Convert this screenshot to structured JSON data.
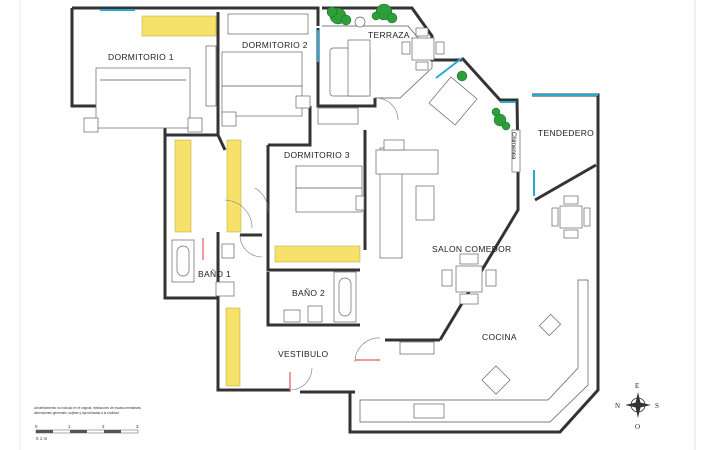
{
  "rooms": {
    "dormitorio1": "DORMITORIO 1",
    "dormitorio2": "DORMITORIO 2",
    "dormitorio3": "DORMITORIO 3",
    "terraza": "TERRAZA",
    "tendedero": "TENDEDERO",
    "salon_comedor": "SALON COMEDOR",
    "bano1": "BAÑO 1",
    "bano2": "BAÑO 2",
    "vestibulo": "VESTIBULO",
    "cocina": "COCINA",
    "chimenea": "Chimenea"
  },
  "notes": {
    "line1": "Amueblamiento no incluido en el original, mediciones de escala orientativas",
    "line2": "dimensiones generales, sujetas y aproximadas a la realidad"
  },
  "scale": {
    "ticks": [
      "0",
      "1",
      "2",
      "3"
    ],
    "unit": "0 1 m"
  },
  "compass": {
    "north": "N",
    "south": "S",
    "east": "E",
    "west": "O"
  },
  "colors": {
    "closet": "#f6e26b",
    "glass": "#29a8d8",
    "plant": "#2e9e3a",
    "wall": "#333333"
  }
}
